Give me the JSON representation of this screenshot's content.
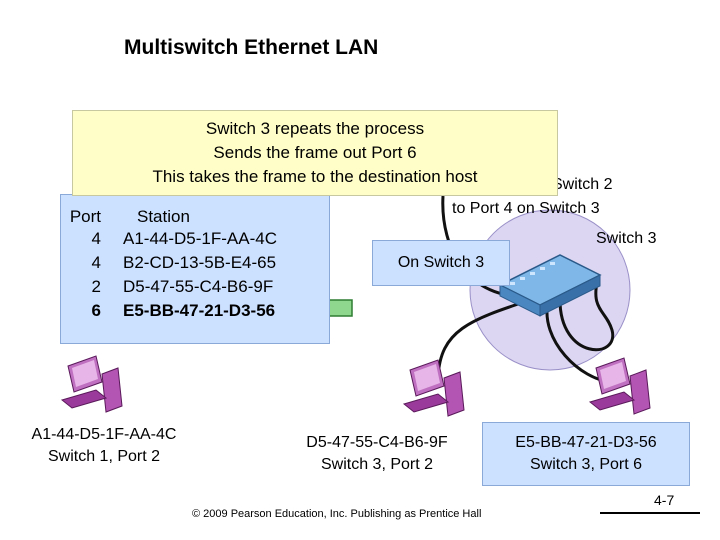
{
  "title": "Multiswitch Ethernet LAN",
  "callout": {
    "lines": [
      "Switch 3 repeats the process",
      "Sends the frame out Port 6",
      "This takes the frame to the destination host"
    ]
  },
  "switch_table": {
    "header": {
      "port": "Port",
      "station": "Station"
    },
    "rows": [
      {
        "port": "4",
        "station": "A1-44-D5-1F-AA-4C"
      },
      {
        "port": "4",
        "station": "B2-CD-13-5B-E4-65"
      },
      {
        "port": "2",
        "station": "D5-47-55-C4-B6-9F"
      },
      {
        "port": "6",
        "station": "E5-BB-47-21-D3-56"
      }
    ],
    "highlighted_row": 3
  },
  "route_text": {
    "line1_fragment": "Switch 2",
    "line2": "to Port 4 on Switch 3"
  },
  "switch3_label": "Switch 3",
  "on_switch3_label": "On Switch 3",
  "hosts": [
    {
      "mac": "A1-44-D5-1F-AA-4C",
      "location": "Switch 1, Port 2"
    },
    {
      "mac": "D5-47-55-C4-B6-9F",
      "location": "Switch 3, Port 2"
    },
    {
      "mac": "E5-BB-47-21-D3-56",
      "location": "Switch 3, Port 6"
    }
  ],
  "footer": "© 2009 Pearson Education, Inc.  Publishing as Prentice Hall",
  "page_number": "4-7",
  "colors": {
    "callout_bg": "#fffec8",
    "table_bg": "#cce0ff",
    "arrow_fill": "#8fd68f",
    "switch_circle": "#dcd6f2",
    "computer": "#b355b3"
  },
  "icons": [
    "computer-icon",
    "network-switch-icon",
    "arrow-icon"
  ]
}
